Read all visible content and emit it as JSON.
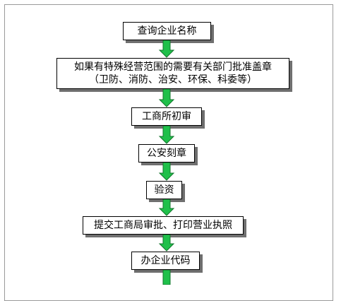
{
  "flowchart": {
    "steps": [
      {
        "label": "查询企业名称"
      },
      {
        "label": "如果有特殊经营范围的需要有关部门批准盖章",
        "sub": "（卫防、消防、治安、环保、科委等）"
      },
      {
        "label": "工商所初审"
      },
      {
        "label": "公安刻章"
      },
      {
        "label": "验资"
      },
      {
        "label": "提交工商局审批、打印营业执照"
      },
      {
        "label": "办企业代码"
      }
    ]
  },
  "colors": {
    "arrow_fill": "#1fc04a",
    "arrow_stroke": "#14752d",
    "box_border": "#000000",
    "box_shadow": "#6f6f6f"
  }
}
